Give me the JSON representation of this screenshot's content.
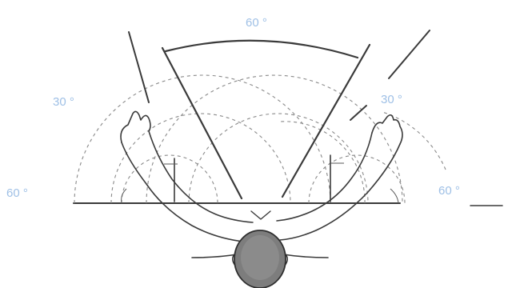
{
  "labels": {
    "top_angle": "60 °",
    "left_upper_angle": "30 °",
    "right_upper_angle": "30 °",
    "left_lower_angle": "60 °",
    "right_lower_angle": "60 °"
  },
  "colors": {
    "label_text": "#9fc0e6",
    "line": "#3a3a3a",
    "dashed_arc": "#8a8a8a",
    "head_fill": "#7d7d7d"
  }
}
